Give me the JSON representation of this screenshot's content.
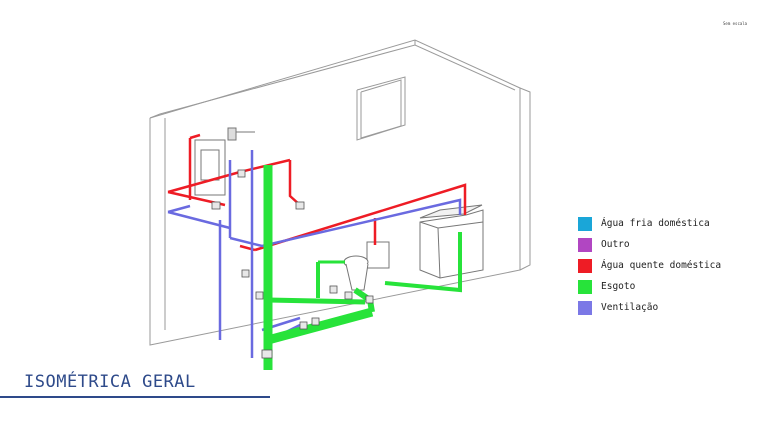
{
  "corner_note": "Sem escala",
  "legend": {
    "items": [
      {
        "label": "Água fria doméstica",
        "color": "#1aa6d8"
      },
      {
        "label": "Outro",
        "color": "#b146c2"
      },
      {
        "label": "Água quente doméstica",
        "color": "#ee1c25"
      },
      {
        "label": "Esgoto",
        "color": "#27e33a"
      },
      {
        "label": "Ventilação",
        "color": "#7b78e6"
      }
    ]
  },
  "title": "ISOMÉTRICA GERAL"
}
